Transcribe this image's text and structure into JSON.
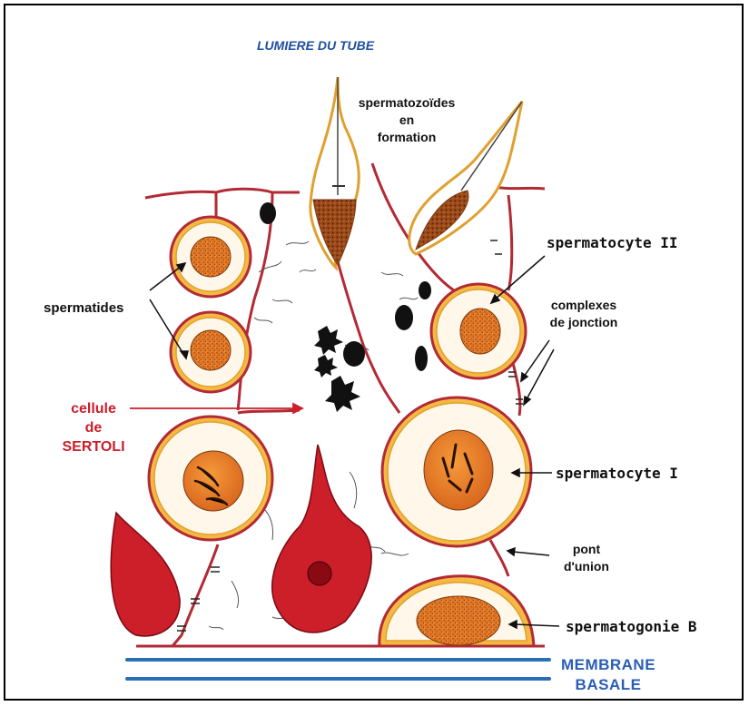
{
  "labels": {
    "lumen": "LUMIERE DU TUBE",
    "spermatozoa": [
      "spermatozoïdes",
      "en",
      "formation"
    ],
    "spermatocyte_ii": "spermatocyte II",
    "spermatids": "spermatides",
    "junction_complexes": [
      "complexes",
      "de jonction"
    ],
    "sertoli": [
      "cellule",
      "de",
      "SERTOLI"
    ],
    "spermatocyte_i": "spermatocyte I",
    "bridge": [
      "pont",
      "d'union"
    ],
    "spermatogonia": "spermatogonie B",
    "membrane": [
      "MEMBRANE",
      "BASALE"
    ]
  },
  "colors": {
    "cell_membrane": "#b22a35",
    "cell_body": "#f4b942",
    "nucleus": "#e0792a",
    "sertoli_nucleus": "#cc1f2a",
    "basal_membrane": "#2a6db8",
    "title_blue": "#1f4fa0",
    "sertoli_label": "#cc1f2a"
  }
}
